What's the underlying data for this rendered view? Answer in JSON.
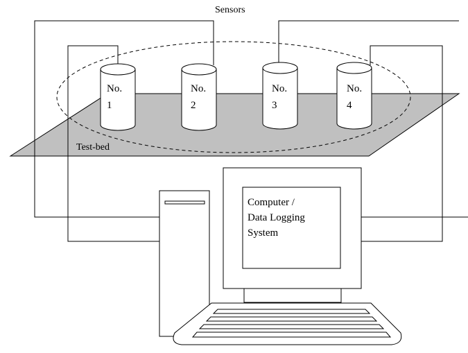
{
  "diagram": {
    "top_label": "Sensors",
    "testbed_label": "Test-bed",
    "sensors": [
      {
        "line1": "No.",
        "line2": "1"
      },
      {
        "line1": "No.",
        "line2": "2"
      },
      {
        "line1": "No.",
        "line2": "3"
      },
      {
        "line1": "No.",
        "line2": "4"
      }
    ],
    "computer": {
      "line1": "Computer /",
      "line2": "Data Logging",
      "line3": "System"
    },
    "colors": {
      "testbed_fill": "#c0c0c0",
      "stroke": "#000000",
      "background": "#ffffff"
    }
  }
}
